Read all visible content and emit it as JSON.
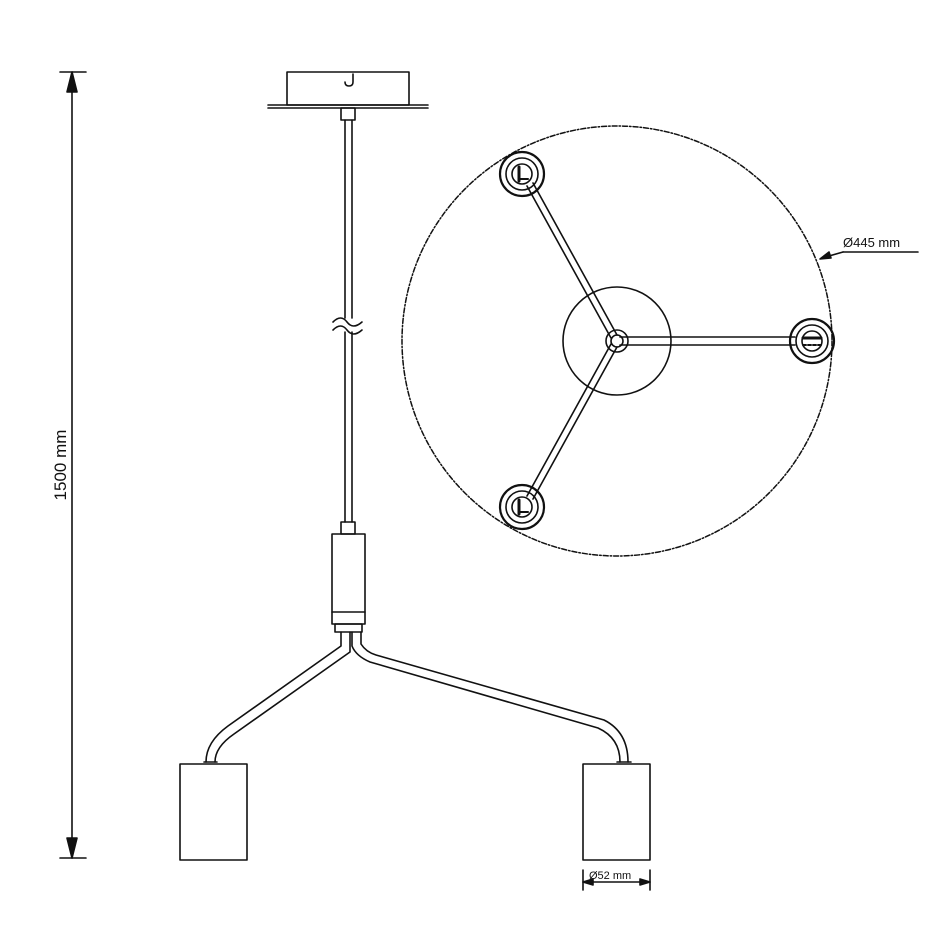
{
  "dimensions": {
    "height_label": "1500 mm",
    "diameter_label": "Ø445 mm",
    "shade_label": "Ø52 mm"
  },
  "colors": {
    "line": "#111111",
    "background": "#ffffff"
  }
}
